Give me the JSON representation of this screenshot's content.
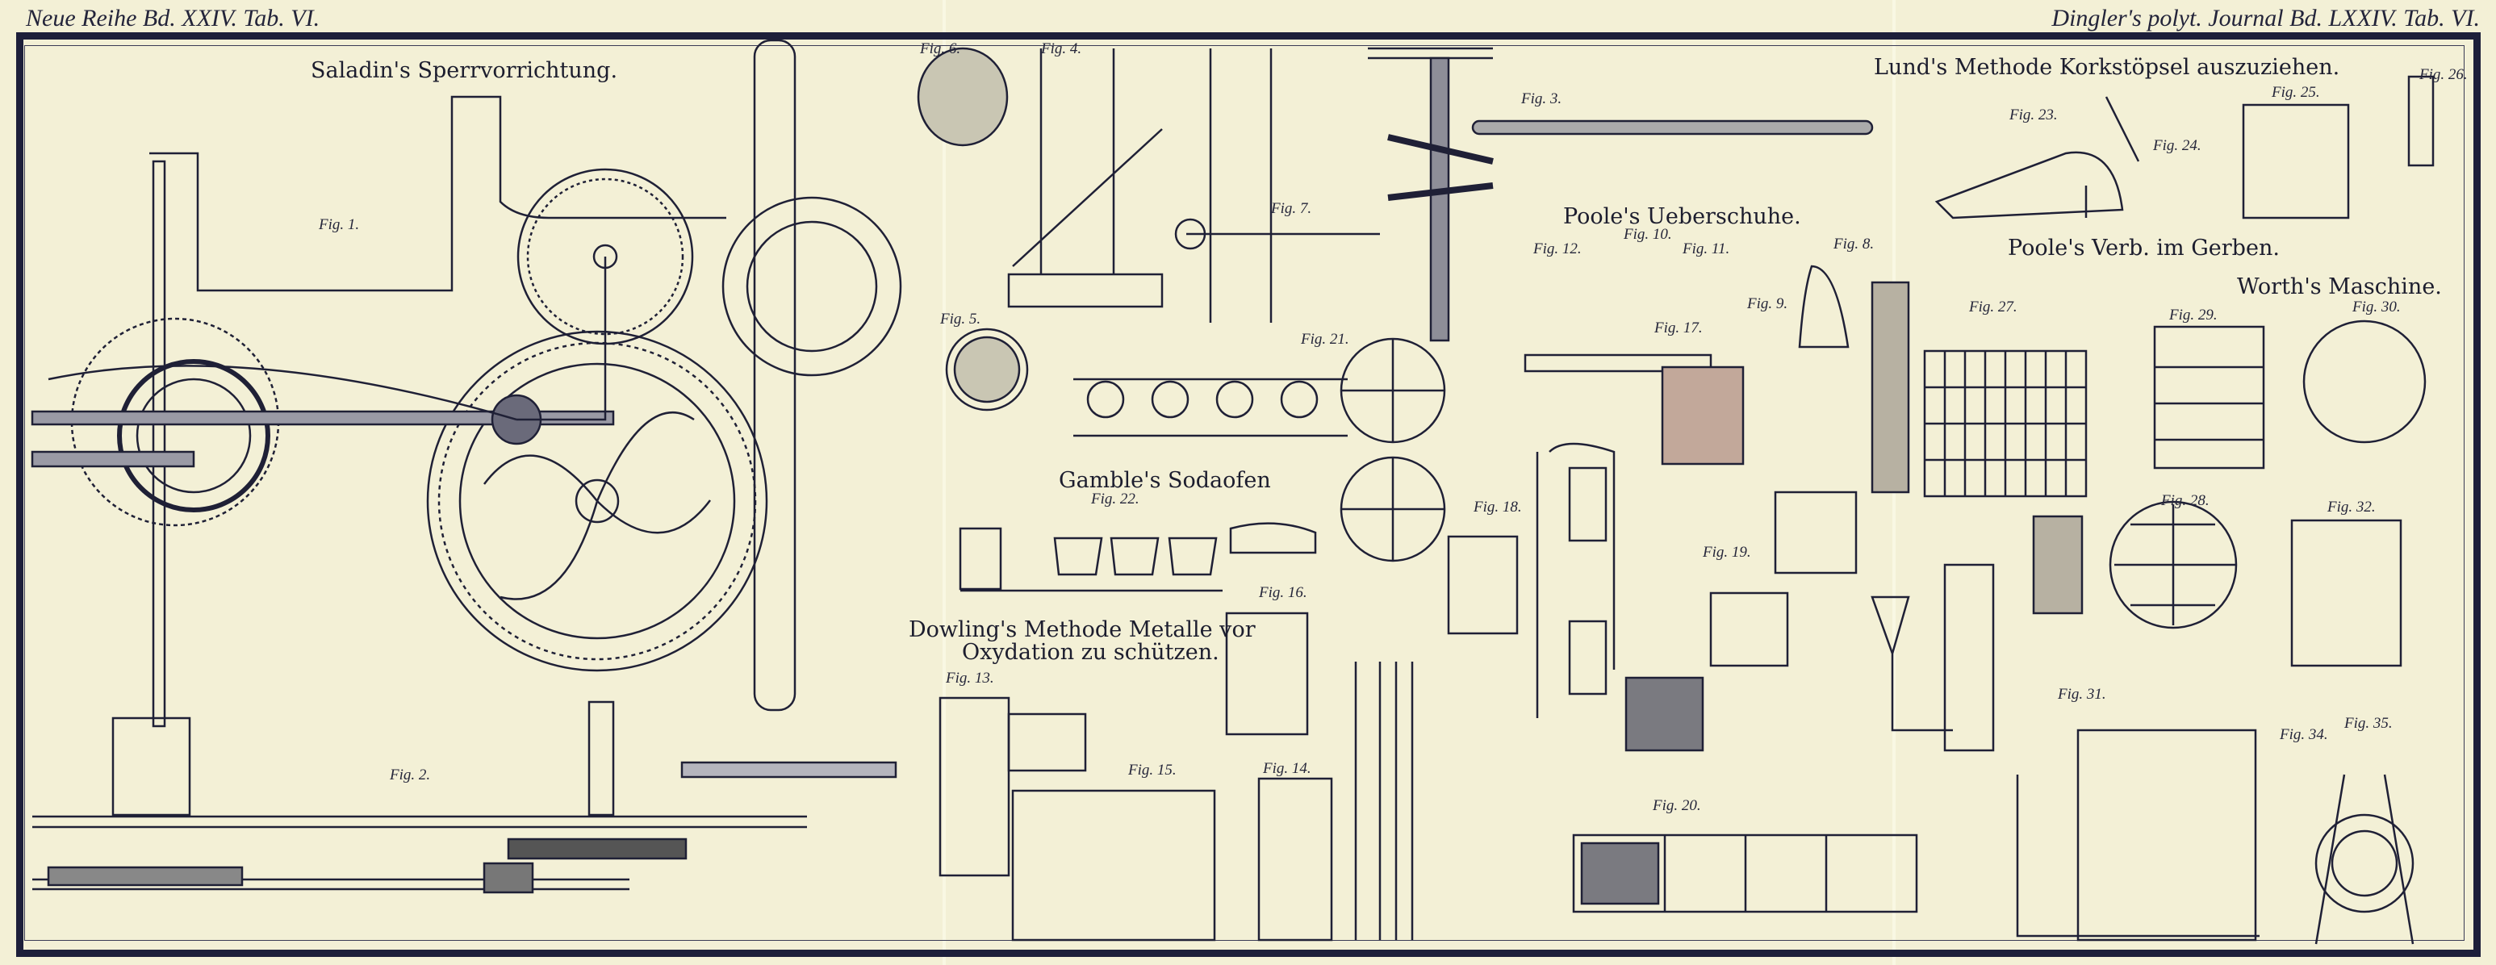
{
  "header": {
    "left": "Neue Reihe Bd. XXIV. Tab. VI.",
    "right": "Dingler's polyt. Journal Bd. LXXIV. Tab. VI."
  },
  "titles": {
    "saladin": "Saladin's Sperrvorrichtung.",
    "lund": "Lund's Methode Korkstöpsel auszuziehen.",
    "poole_shoes": "Poole's Ueberschuhe.",
    "poole_tanning": "Poole's Verb. im Gerben.",
    "worth": "Worth's Maschine.",
    "gamble": "Gamble's Sodaofen",
    "dowling_line1": "Dowling's Methode Metalle vor",
    "dowling_line2": "Oxydation zu schützen."
  },
  "figures": {
    "f1": "Fig. 1.",
    "f2": "Fig. 2.",
    "f3": "Fig. 3.",
    "f4": "Fig. 4.",
    "f5": "Fig. 5.",
    "f6": "Fig. 6.",
    "f7": "Fig. 7.",
    "f8": "Fig. 8.",
    "f9": "Fig. 9.",
    "f10": "Fig. 10.",
    "f11": "Fig. 11.",
    "f12": "Fig. 12.",
    "f13": "Fig. 13.",
    "f14": "Fig. 14.",
    "f15": "Fig. 15.",
    "f16": "Fig. 16.",
    "f17": "Fig. 17.",
    "f18": "Fig. 18.",
    "f19": "Fig. 19.",
    "f20": "Fig. 20.",
    "f21": "Fig. 21.",
    "f22": "Fig. 22.",
    "f23": "Fig. 23.",
    "f24": "Fig. 24.",
    "f25": "Fig. 25.",
    "f26": "Fig. 26.",
    "f27": "Fig. 27.",
    "f28": "Fig. 28.",
    "f29": "Fig. 29.",
    "f30": "Fig. 30.",
    "f31": "Fig. 31.",
    "f32": "Fig. 32.",
    "f34": "Fig. 34.",
    "f35": "Fig. 35."
  },
  "colors": {
    "paper": "#f3f0d6",
    "ink": "#1d1f3a"
  }
}
